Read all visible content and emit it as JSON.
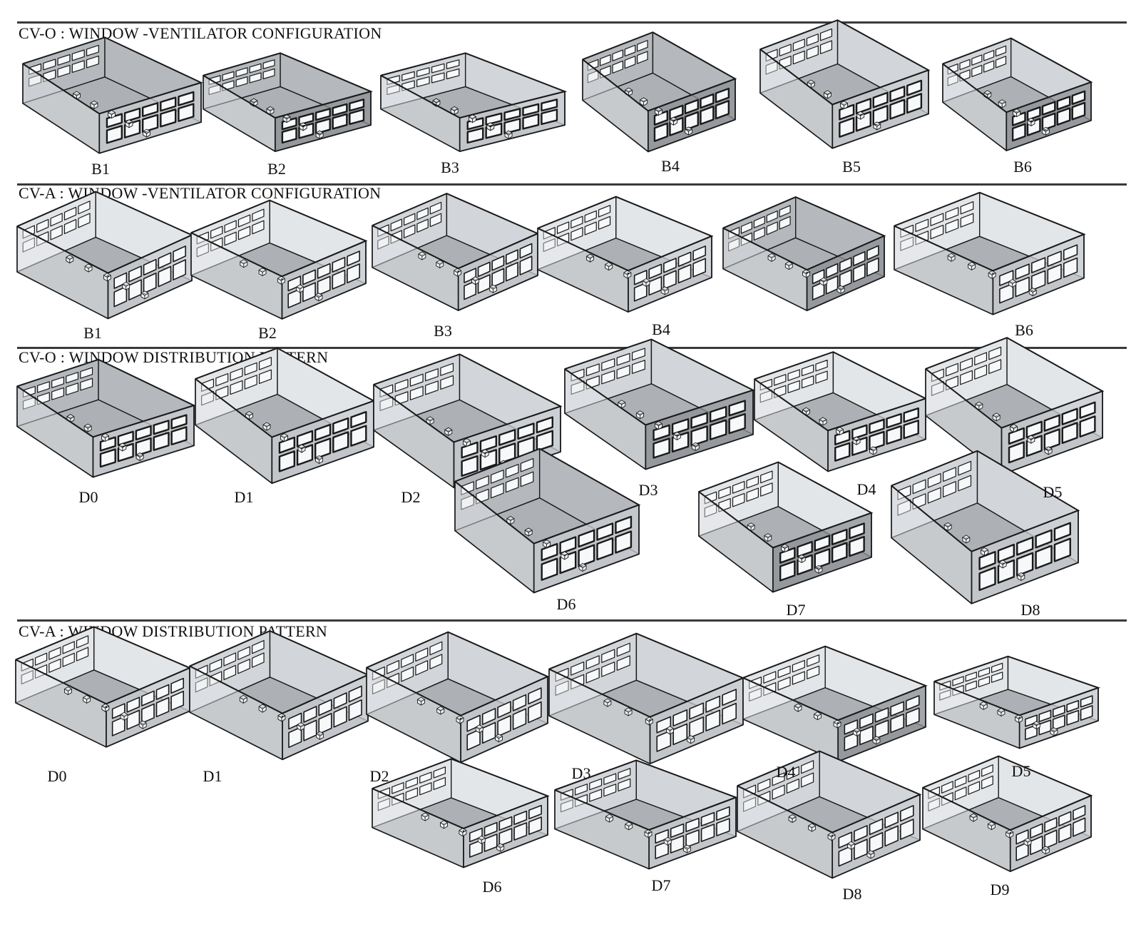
{
  "sections": [
    {
      "title": "CV-O : WINDOW -VENTILATOR CONFIGURATION",
      "labels": [
        "B1",
        "B2",
        "B3",
        "B4",
        "B5",
        "B6"
      ]
    },
    {
      "title": "CV-A : WINDOW -VENTILATOR CONFIGURATION",
      "labels": [
        "B1",
        "B2",
        "B3",
        "B4",
        "B6"
      ]
    },
    {
      "title": "CV-O : WINDOW DISTRIBUTION PATTERN",
      "labels": [
        "D0",
        "D1",
        "D2",
        "D3",
        "D4",
        "D5",
        "D6",
        "D7",
        "D8"
      ]
    },
    {
      "title": "CV-A : WINDOW DISTRIBUTION PATTERN",
      "labels": [
        "D0",
        "D1",
        "D2",
        "D3",
        "D4",
        "D5",
        "D6",
        "D7",
        "D8",
        "D9"
      ]
    }
  ],
  "colors": {
    "rule": "#3a3a3a",
    "wallLight": "#e6e9ec",
    "wallMid": "#c9cdd1",
    "wallDark": "#8e9296",
    "floor": "#a9adb1",
    "edge": "#1a1a1a"
  }
}
